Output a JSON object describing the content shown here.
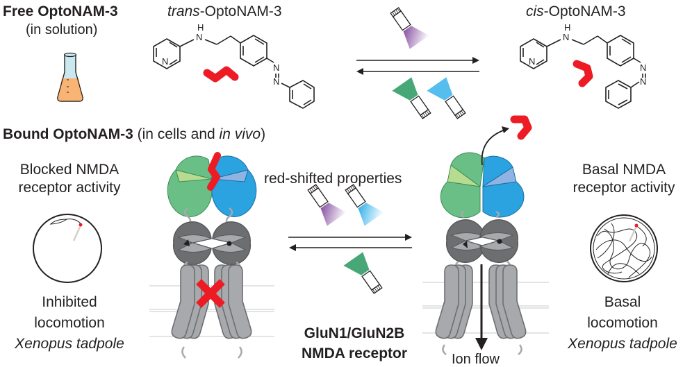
{
  "top_section": {
    "title_bold": "Free OptoNAM-3",
    "subtitle": "(in solution)",
    "trans_label_italic": "trans",
    "trans_label_rest": "-OptoNAM-3",
    "cis_label_italic": "cis",
    "cis_label_rest": "-OptoNAM-3",
    "atoms": {
      "nitrogen": "N",
      "hydrogen": "H"
    }
  },
  "bottom_section": {
    "title_bold": "Bound OptoNAM-3",
    "title_rest_a": " (in cells and ",
    "title_italic": "in vivo",
    "title_rest_b": ")",
    "left_state": [
      "Blocked NMDA",
      "receptor activity"
    ],
    "left_outcome": [
      "Inhibited",
      "locomotion"
    ],
    "left_organism": "Xenopus tadpole",
    "center_note": "red-shifted properties",
    "receptor_name": [
      "GluN1/GluN2B",
      "NMDA receptor"
    ],
    "right_state": [
      "Basal NMDA",
      "receptor activity"
    ],
    "right_outcome": [
      "Basal",
      "locomotion"
    ],
    "right_organism": "Xenopus tadpole",
    "ion_flow": "Ion flow"
  },
  "colors": {
    "ligand_red": "#ed1c24",
    "glun1_green": "#6abf87",
    "glun2b_blue": "#2aa3e0",
    "lbd_gray": "#6d6e70",
    "tmd_gray": "#a7a9ac",
    "light_violet": "#7b3f99",
    "light_green": "#0a8a4a",
    "light_blue": "#1ea8e8",
    "flask_liquid": "#f7b474",
    "flask_glass": "#c9e8ef"
  }
}
